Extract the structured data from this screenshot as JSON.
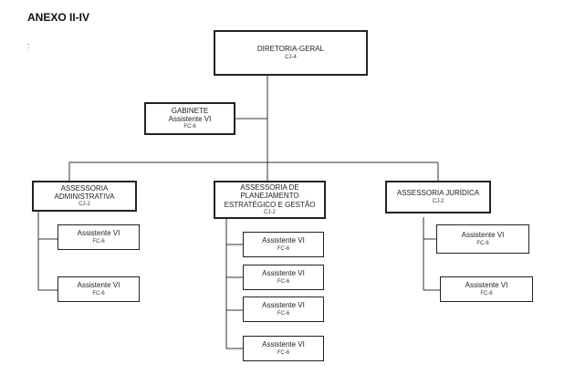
{
  "header": {
    "title": "ANEXO II-IV",
    "mark": ":"
  },
  "nodes": {
    "director": {
      "name": "DIRETORIA-GERAL",
      "code": "CJ-4"
    },
    "gabinete": {
      "name": "GABINETE",
      "role": "Assistente VI",
      "code": "FC-6"
    },
    "adm": {
      "line1": "ASSESSORIA",
      "line2": "ADMINISTRATIVA",
      "code": "CJ-2"
    },
    "plan": {
      "line1": "ASSESSORIA DE PLANEJAMENTO",
      "line2": "ESTRATÉGICO E GESTÃO",
      "code": "CJ-2"
    },
    "jur": {
      "name": "ASSESSORIA JURÍDICA",
      "code": "CJ-2"
    }
  },
  "assistant": {
    "name": "Assistente VI",
    "code": "FC-6"
  }
}
